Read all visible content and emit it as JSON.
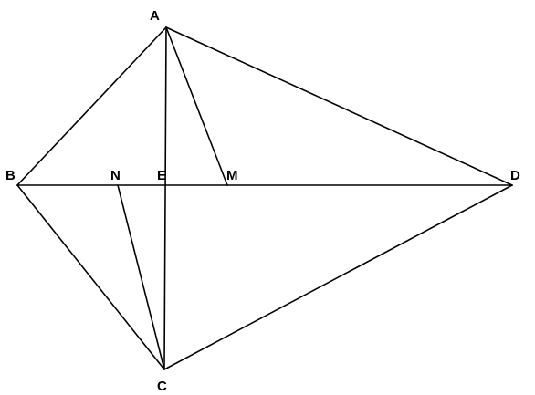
{
  "diagram": {
    "points": {
      "A": {
        "label": "A"
      },
      "B": {
        "label": "B"
      },
      "C": {
        "label": "C"
      },
      "D": {
        "label": "D"
      },
      "E": {
        "label": "E"
      },
      "M": {
        "label": "M"
      },
      "N": {
        "label": "N"
      }
    },
    "segments": [
      [
        "A",
        "B"
      ],
      [
        "A",
        "D"
      ],
      [
        "B",
        "C"
      ],
      [
        "C",
        "D"
      ],
      [
        "B",
        "D"
      ],
      [
        "A",
        "C"
      ],
      [
        "A",
        "M"
      ],
      [
        "C",
        "N"
      ]
    ],
    "line_color": "#000000"
  }
}
